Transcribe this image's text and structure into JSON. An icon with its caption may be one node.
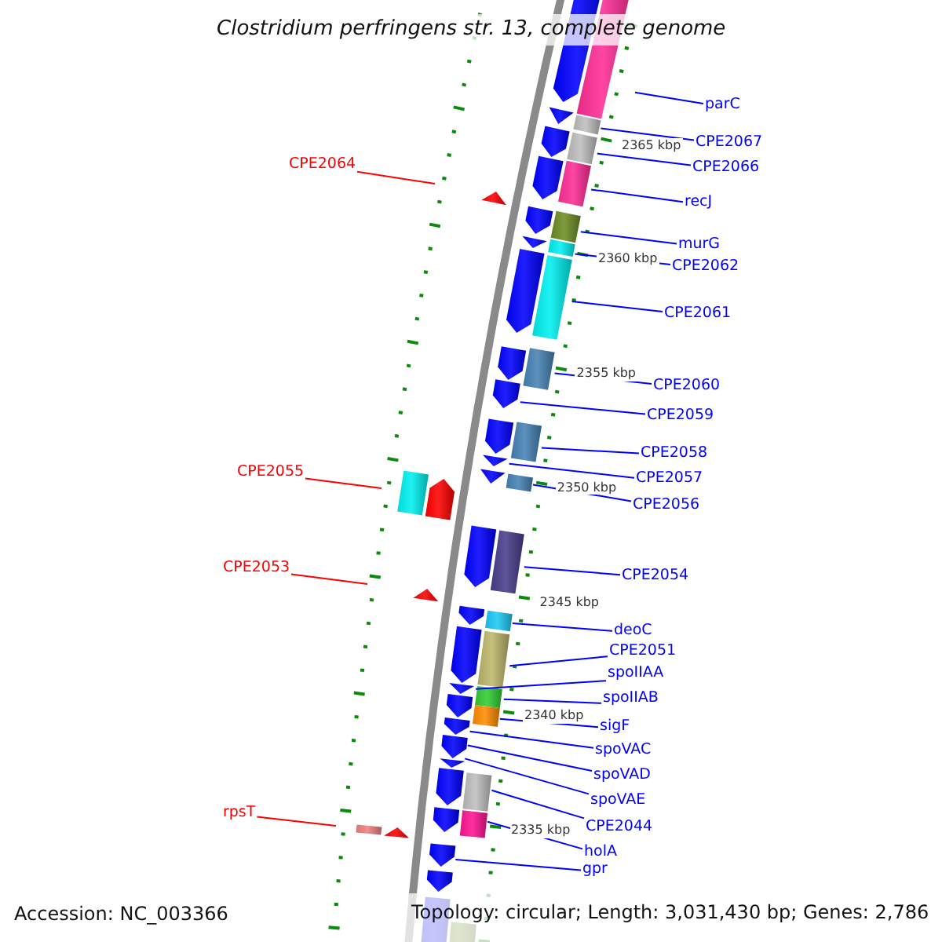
{
  "diagram": {
    "title": "Clostridium perfringens str. 13, complete genome",
    "nodes": [
      {
        "text": [
          "parC"
        ]
      },
      {
        "text": [
          "CPE2067"
        ]
      },
      {
        "text": [
          "CPE2064"
        ]
      },
      {
        "text": [
          "CPE2066"
        ]
      },
      {
        "text": [
          "recJ"
        ]
      },
      {
        "text": [
          "murG"
        ]
      },
      {
        "text": [
          "CPE2062"
        ]
      },
      {
        "text": [
          "CPE2061"
        ]
      },
      {
        "text": [
          "CPE2060"
        ]
      },
      {
        "text": [
          "CPE2059"
        ]
      },
      {
        "text": [
          "CPE2058"
        ]
      },
      {
        "text": [
          "CPE2055"
        ]
      },
      {
        "text": [
          "CPE2057"
        ]
      },
      {
        "text": [
          "CPE2056"
        ]
      },
      {
        "text": [
          "CPE2053"
        ]
      },
      {
        "text": [
          "CPE2054"
        ]
      },
      {
        "text": [
          "deoC"
        ]
      },
      {
        "text": [
          "CPE2051"
        ]
      },
      {
        "text": [
          "spoIIAA"
        ]
      },
      {
        "text": [
          "spoIIAB"
        ]
      },
      {
        "text": [
          "sigF"
        ]
      },
      {
        "text": [
          "spoVAC"
        ]
      },
      {
        "text": [
          "spoVAD"
        ]
      },
      {
        "text": [
          "spoVAE"
        ]
      },
      {
        "text": [
          "rpsT"
        ]
      },
      {
        "text": [
          "CPE2044"
        ]
      },
      {
        "text": [
          "holA"
        ]
      },
      {
        "text": [
          "gpr"
        ]
      },
      {
        "text": [],
        "shape": "box"
      },
      {
        "text": [],
        "shape": "box"
      },
      {
        "text": [],
        "shape": "triangle"
      },
      {
        "text": [],
        "shape": "pentagon"
      },
      {
        "text": [],
        "shape": "triangle"
      },
      {
        "text": [],
        "shape": "triangle"
      },
      {
        "text": [],
        "shape": "pentagon"
      },
      {
        "text": [],
        "shape": "triangle"
      },
      {
        "text": [],
        "shape": "pentagon"
      },
      {
        "text": [],
        "shape": "pentagon"
      },
      {
        "text": [],
        "shape": "pentagon"
      },
      {
        "text": [],
        "shape": "triangle"
      },
      {
        "text": [],
        "shape": "pentagon"
      },
      {
        "text": [],
        "shape": "pentagon"
      },
      {
        "text": [],
        "shape": "pentagon"
      },
      {
        "text": [],
        "shape": "pentagon"
      },
      {
        "text": [],
        "shape": "triangle"
      },
      {
        "text": [],
        "shape": "triangle"
      },
      {
        "text": [],
        "shape": "pentagon"
      },
      {
        "text": [],
        "shape": "pentagon"
      },
      {
        "text": [],
        "shape": "pentagon"
      },
      {
        "text": [],
        "shape": "triangle"
      },
      {
        "text": [],
        "shape": "pentagon"
      },
      {
        "text": [],
        "shape": "pentagon"
      },
      {
        "text": [],
        "shape": "pentagon"
      },
      {
        "text": [],
        "shape": "triangle"
      },
      {
        "text": [],
        "shape": "pentagon"
      },
      {
        "text": [],
        "shape": "pentagon"
      },
      {
        "text": [],
        "shape": "pentagon"
      },
      {
        "text": [],
        "shape": "pentagon"
      },
      {
        "text": [],
        "shape": "pentagon"
      },
      {
        "text": [],
        "shape": "box"
      },
      {
        "text": [],
        "shape": "box"
      },
      {
        "text": [],
        "shape": "box"
      },
      {
        "text": [],
        "shape": "box"
      },
      {
        "text": [],
        "shape": "box"
      },
      {
        "text": [],
        "shape": "box"
      },
      {
        "text": [],
        "shape": "box"
      },
      {
        "text": [],
        "shape": "box"
      },
      {
        "text": [],
        "shape": "box"
      },
      {
        "text": [],
        "shape": "box"
      },
      {
        "text": [],
        "shape": "box"
      },
      {
        "text": [],
        "shape": "box"
      },
      {
        "text": [],
        "shape": "box"
      },
      {
        "text": [],
        "shape": "box"
      },
      {
        "text": [],
        "shape": "box"
      },
      {
        "text": [],
        "shape": "box"
      },
      {
        "text": [],
        "shape": "box"
      },
      {
        "text": [],
        "shape": "box"
      }
    ],
    "edges": [
      {
        "from": 0,
        "to": 59,
        "arrow": "none"
      },
      {
        "from": 1,
        "to": 60,
        "arrow": "none"
      },
      {
        "from": 2,
        "to": null,
        "arrow": "none",
        "color": "#ff0000"
      },
      {
        "from": 3,
        "to": 61,
        "arrow": "none"
      },
      {
        "from": 4,
        "to": 62,
        "arrow": "none"
      },
      {
        "from": 5,
        "to": 63,
        "arrow": "none"
      },
      {
        "from": 6,
        "to": 64,
        "arrow": "none"
      },
      {
        "from": 7,
        "to": 65,
        "arrow": "none"
      },
      {
        "from": 8,
        "to": 66,
        "arrow": "none"
      },
      {
        "from": 9,
        "to": 42,
        "arrow": "none"
      },
      {
        "from": 10,
        "to": 67,
        "arrow": "none"
      },
      {
        "from": 11,
        "to": null,
        "arrow": "none",
        "color": "#ff0000"
      },
      {
        "from": 12,
        "to": 44,
        "arrow": "none"
      },
      {
        "from": 13,
        "to": 68,
        "arrow": "none"
      },
      {
        "from": 14,
        "to": null,
        "arrow": "none",
        "color": "#ff0000"
      },
      {
        "from": 15,
        "to": 69,
        "arrow": "none"
      },
      {
        "from": 16,
        "to": 70,
        "arrow": "none"
      },
      {
        "from": 17,
        "to": 71,
        "arrow": "none"
      },
      {
        "from": 18,
        "to": 49,
        "arrow": "none"
      },
      {
        "from": 19,
        "to": 72,
        "arrow": "none"
      },
      {
        "from": 20,
        "to": 73,
        "arrow": "none"
      },
      {
        "from": 21,
        "to": 51,
        "arrow": "none"
      },
      {
        "from": 22,
        "to": 52,
        "arrow": "none"
      },
      {
        "from": 23,
        "to": 53,
        "arrow": "none"
      },
      {
        "from": 24,
        "to": null,
        "arrow": "none",
        "color": "#ff0000"
      },
      {
        "from": 25,
        "to": 74,
        "arrow": "none"
      },
      {
        "from": 26,
        "to": 75,
        "arrow": "none"
      },
      {
        "from": 27,
        "to": 56,
        "arrow": "none"
      }
    ],
    "labels": [
      "2365 kbp",
      "2360 kbp",
      "2355 kbp",
      "2350 kbp",
      "2345 kbp",
      "2340 kbp",
      "2335 kbp",
      "Accession: NC_003366",
      "Topology: circular; Length: 3,031,430 bp; Genes: 2,786"
    ]
  }
}
